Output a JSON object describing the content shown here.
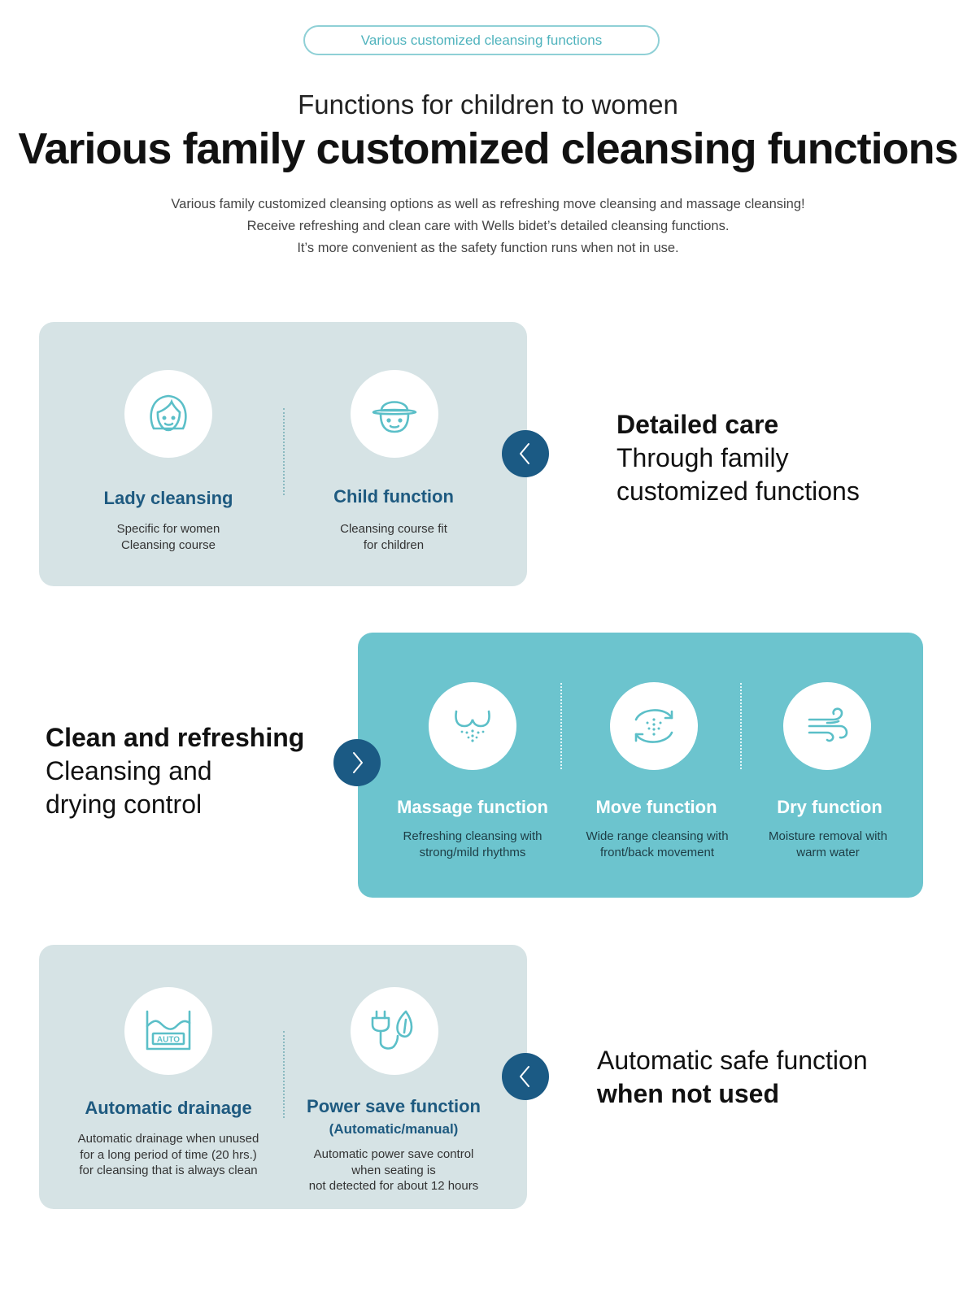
{
  "header": {
    "pill": "Various customized cleansing functions",
    "subtitle": "Functions for children to women",
    "title": "Various family customized cleansing functions",
    "intro": [
      "Various family customized cleansing options as well as refreshing move cleansing and massage cleansing!",
      "Receive refreshing and clean care with Wells bidet’s detailed cleansing functions.",
      "It’s more convenient as the safety function runs when not in use."
    ]
  },
  "section1": {
    "heading_bold": "Detailed care",
    "heading_lines": [
      "Through family",
      "customized functions"
    ],
    "arrow_icon": "chevron-left-icon",
    "items": [
      {
        "icon": "lady-face-icon",
        "name": "Lady cleansing",
        "desc": [
          "Specific for women",
          "Cleansing course"
        ]
      },
      {
        "icon": "child-face-icon",
        "name": "Child function",
        "desc": [
          "Cleansing course fit",
          "for children"
        ]
      }
    ]
  },
  "section2": {
    "heading_bold": "Clean and refreshing",
    "heading_lines": [
      "Cleansing and",
      "drying control"
    ],
    "arrow_icon": "chevron-right-icon",
    "items": [
      {
        "icon": "massage-icon",
        "name": "Massage function",
        "desc": [
          "Refreshing cleansing with",
          "strong/mild rhythms"
        ]
      },
      {
        "icon": "move-icon",
        "name": "Move function",
        "desc": [
          "Wide range cleansing with",
          "front/back movement"
        ]
      },
      {
        "icon": "wind-icon",
        "name": "Dry function",
        "desc": [
          "Moisture removal with",
          "warm water"
        ]
      }
    ]
  },
  "section3": {
    "heading_line": "Automatic safe function",
    "heading_bold": "when not used",
    "arrow_icon": "chevron-left-icon",
    "items": [
      {
        "icon": "auto-drain-icon",
        "icon_text": "AUTO",
        "name": "Automatic drainage",
        "desc": [
          "Automatic drainage when unused",
          "for a long period of time (20 hrs.)",
          "for cleansing that is always clean"
        ]
      },
      {
        "icon": "plug-leaf-icon",
        "name": "Power save function",
        "sub": "(Automatic/manual)",
        "desc": [
          "Automatic power save control",
          "when seating is",
          "not detected for about 12 hours"
        ]
      }
    ]
  },
  "colors": {
    "accent_teal": "#6cc4ce",
    "card_grey": "#d6e3e5",
    "navy": "#1b5a84",
    "name_blue": "#1e5a80"
  }
}
